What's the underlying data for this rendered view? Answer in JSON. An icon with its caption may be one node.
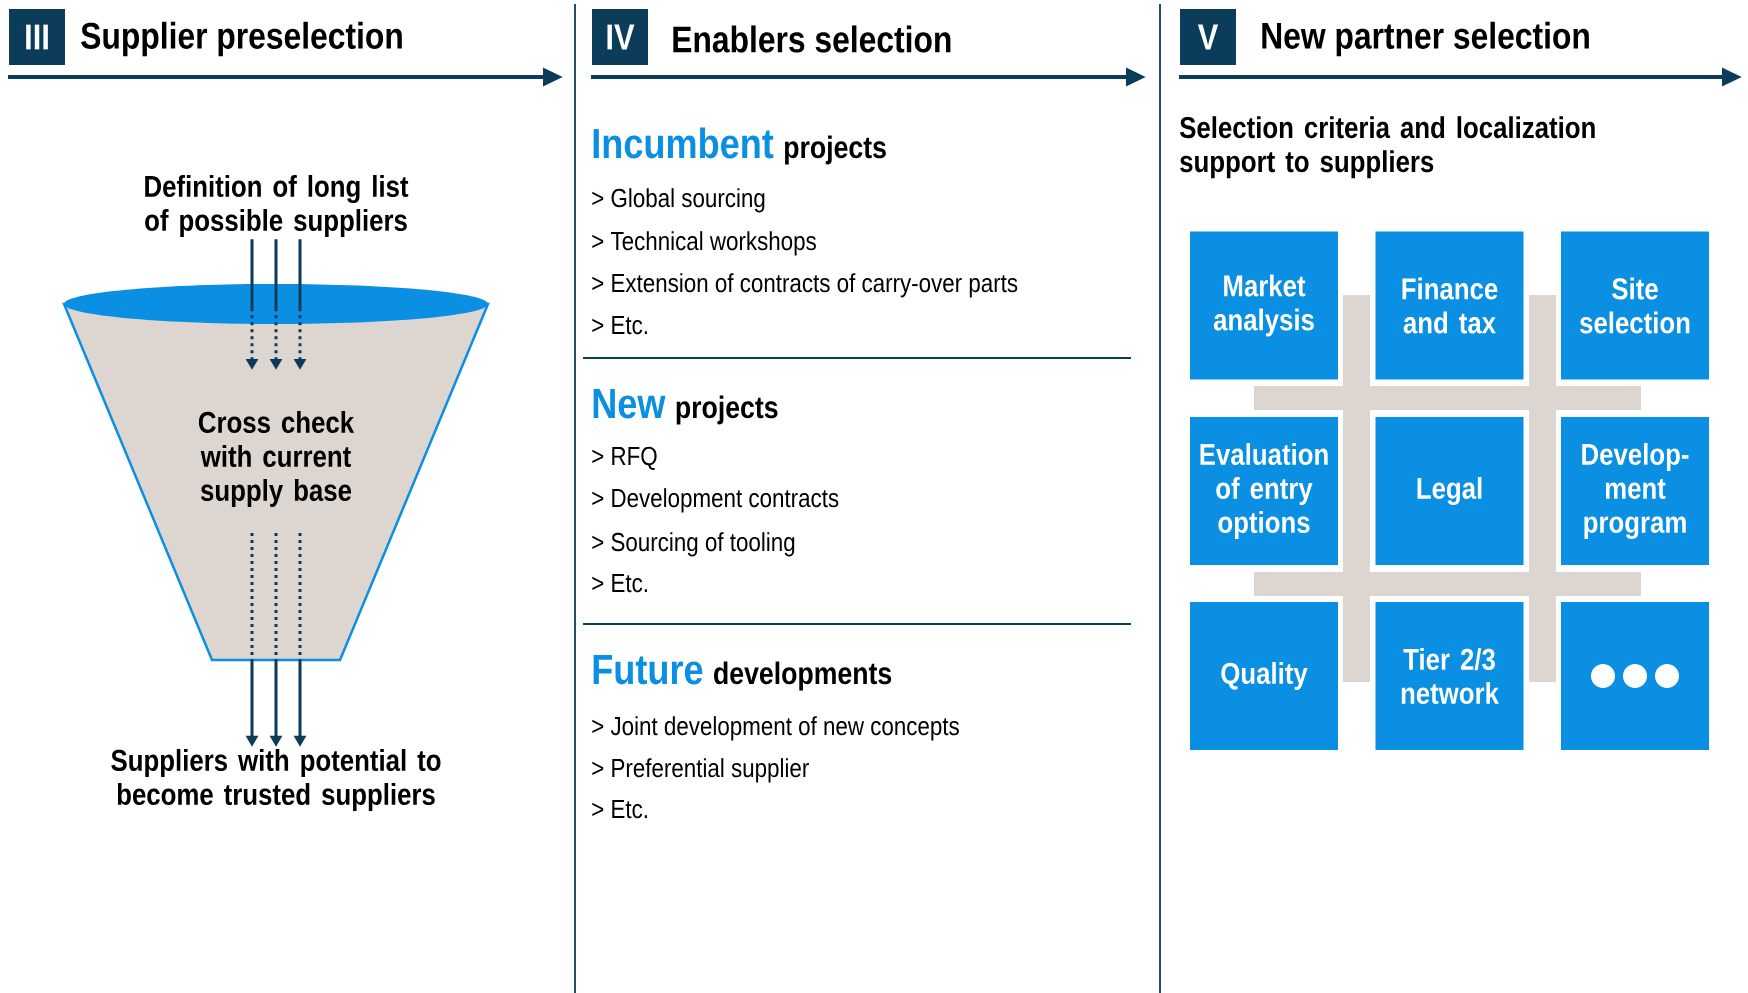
{
  "diagram": {
    "nodes": [
      {
        "text": [
          "III",
          "Supplier preselection"
        ]
      },
      {
        "text": [
          "Definition of long list of possible suppliers"
        ]
      },
      {
        "text": [
          "Cross check with current supply base"
        ]
      },
      {
        "text": [
          "Suppliers with potential to become trusted suppliers"
        ]
      },
      {
        "text": [
          "IV",
          "Enablers selection"
        ]
      },
      {
        "text": [
          "V",
          "New partner selection"
        ]
      },
      {
        "text": [
          "Market analysis"
        ]
      },
      {
        "text": [
          "Finance and tax"
        ]
      },
      {
        "text": [
          "Site selection"
        ]
      },
      {
        "text": [
          "Evaluation of entry options"
        ]
      },
      {
        "text": [
          "Legal"
        ]
      },
      {
        "text": [
          "Develop- ment program"
        ]
      },
      {
        "text": [
          "Quality"
        ]
      },
      {
        "text": [
          "Tier 2/3 network"
        ]
      },
      {
        "text": [],
        "shape": "box"
      }
    ],
    "edges": [
      {
        "from": 1,
        "to": 2,
        "arrow": "to",
        "style": "dashed"
      },
      {
        "from": 1,
        "to": 2,
        "arrow": "to",
        "style": "dashed"
      },
      {
        "from": 1,
        "to": 2,
        "arrow": "to",
        "style": "dashed"
      },
      {
        "from": 2,
        "to": 3,
        "arrow": "to",
        "style": "dashed"
      },
      {
        "from": 2,
        "to": 3,
        "arrow": "to",
        "style": "dashed"
      },
      {
        "from": 2,
        "to": 3,
        "arrow": "to",
        "style": "dashed"
      }
    ],
    "labels": [
      "Incumbent",
      "projects",
      "> Global sourcing",
      "> Technical workshops",
      "> Extension of contracts of carry-over parts",
      "> Etc.",
      "New",
      "projects",
      "> RFQ",
      "> Development contracts",
      "> Sourcing of tooling",
      "> Etc.",
      "Future",
      "developments",
      "> Joint development of new concepts",
      "> Preferential supplier",
      "> Etc.",
      "Selection criteria and localization support to suppliers"
    ]
  }
}
